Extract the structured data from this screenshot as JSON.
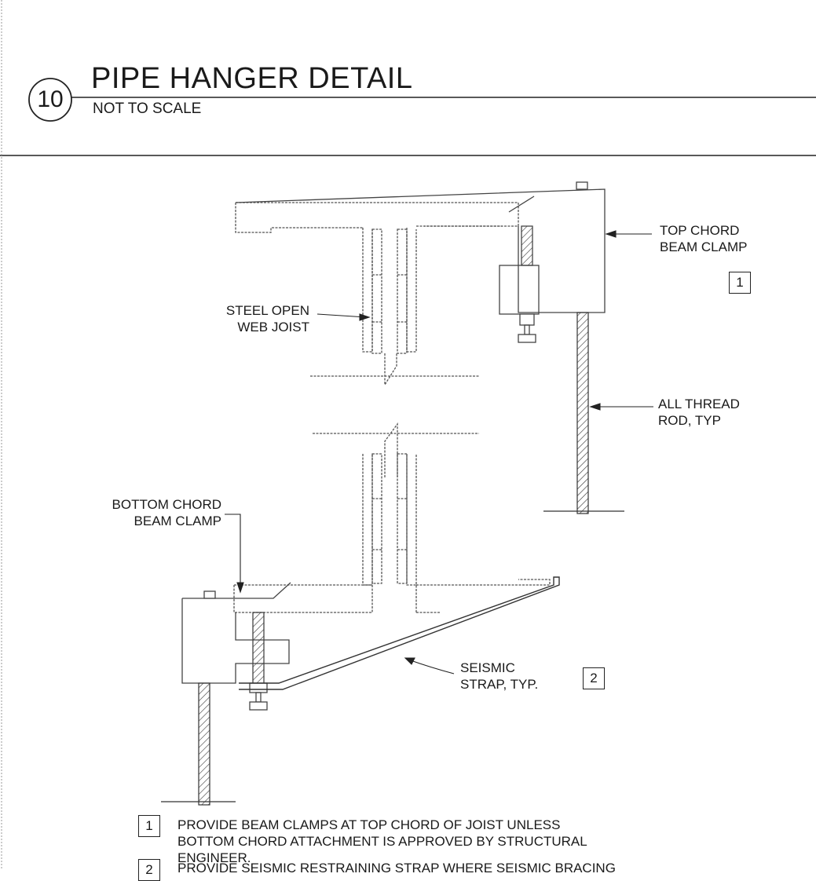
{
  "header": {
    "detail_number": "10",
    "title": "PIPE HANGER DETAIL",
    "subtitle": "NOT TO SCALE"
  },
  "labels": {
    "top_chord_clamp": [
      "TOP CHORD",
      "BEAM CLAMP"
    ],
    "steel_joist": [
      "STEEL OPEN",
      "WEB JOIST"
    ],
    "all_thread_rod": [
      "ALL THREAD",
      "ROD, TYP"
    ],
    "bottom_chord_clamp": [
      "BOTTOM CHORD",
      "BEAM CLAMP"
    ],
    "seismic_strap": [
      "SEISMIC",
      "STRAP, TYP."
    ]
  },
  "tags": {
    "tag_1": "1",
    "tag_2": "2"
  },
  "notes": [
    {
      "number": "1",
      "lines": [
        "PROVIDE BEAM CLAMPS AT TOP CHORD OF JOIST UNLESS",
        "BOTTOM CHORD ATTACHMENT IS APPROVED BY STRUCTURAL",
        "ENGINEER."
      ]
    },
    {
      "number": "2",
      "lines": [
        "PROVIDE SEISMIC RESTRAINING STRAP WHERE SEISMIC BRACING"
      ]
    }
  ],
  "colors": {
    "line": "#222222",
    "steel": "#555555",
    "hatch": "#333333"
  }
}
